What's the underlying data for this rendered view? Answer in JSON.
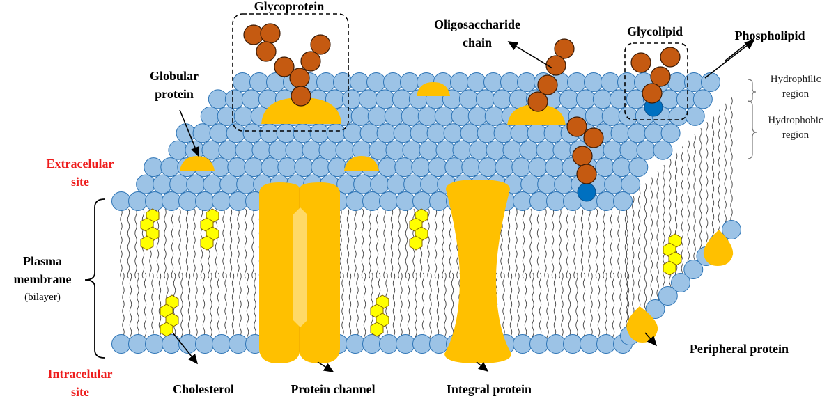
{
  "labels": {
    "glycoprotein": "Glycoprotein",
    "oligosaccharide_line1": "Oligosaccharide",
    "oligosaccharide_line2": "chain",
    "glycolipid": "Glycolipid",
    "phospholipid": "Phospholipid",
    "globular_line1": "Globular",
    "globular_line2": "protein",
    "hydrophilic_line1": "Hydrophilic",
    "hydrophilic_line2": "region",
    "hydrophobic_line1": "Hydrophobic",
    "hydrophobic_line2": "region",
    "extracellular_line1": "Extracelular",
    "extracellular_line2": "site",
    "plasma_line1": "Plasma",
    "plasma_line2": "membrane",
    "plasma_line3": "(bilayer)",
    "intracellular_line1": "Intracelular",
    "intracellular_line2": "site",
    "cholesterol": "Cholesterol",
    "protein_channel": "Protein channel",
    "integral_protein": "Integral protein",
    "peripheral_protein": "Peripheral protein"
  },
  "colors": {
    "head_fill": "#9cc3e6",
    "head_stroke": "#2e75b6",
    "protein": "#ffc000",
    "sugar_fill": "#c55a11",
    "sugar_stroke": "#3a1a05",
    "glycolipid_head": "#0070c0",
    "cholesterol_fill": "#ffff00",
    "cholesterol_stroke": "#806000",
    "label_red": "#ee1c1c"
  }
}
